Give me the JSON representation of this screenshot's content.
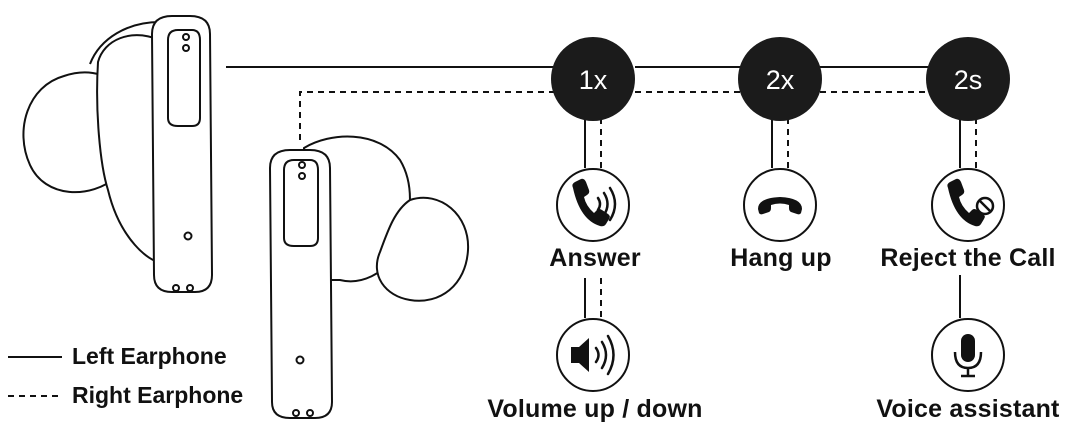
{
  "legend": {
    "left": "Left Earphone",
    "right": "Right Earphone"
  },
  "gestures": {
    "one_tap": "1x",
    "two_tap": "2x",
    "hold": "2s"
  },
  "actions": {
    "answer": "Answer",
    "hang_up": "Hang up",
    "reject": "Reject the Call",
    "volume": "Volume up / down",
    "voice": "Voice assistant"
  },
  "icons": [
    "phone-sound-icon",
    "hang-up-icon",
    "phone-reject-icon",
    "volume-icon",
    "microphone-icon"
  ]
}
